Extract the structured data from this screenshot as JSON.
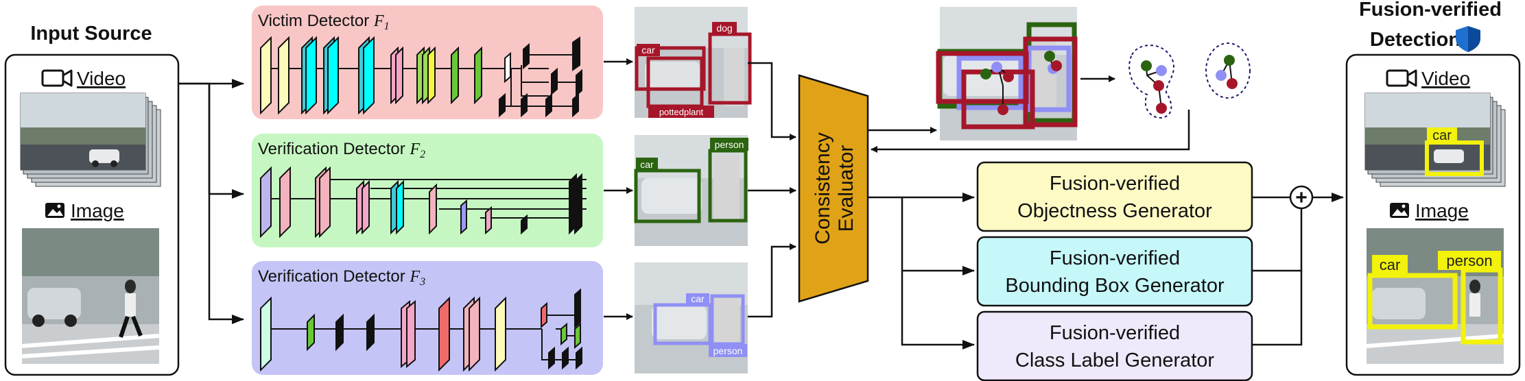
{
  "input": {
    "title": "Input Source",
    "video_label": "Video",
    "image_label": "Image"
  },
  "detectors": [
    {
      "name": "Victim Detector ",
      "symbol": "F",
      "sub": "1",
      "color": "#f9c6c6"
    },
    {
      "name": "Verification Detector ",
      "symbol": "F",
      "sub": "2",
      "color": "#c6f7c2"
    },
    {
      "name": "Verification Detector ",
      "symbol": "F",
      "sub": "3",
      "color": "#c4c4f7"
    }
  ],
  "detections": {
    "f1": [
      "car",
      "dog",
      "pottedplant"
    ],
    "f2": [
      "car",
      "person"
    ],
    "f3": [
      "car",
      "person"
    ]
  },
  "evaluator": {
    "line1": "Consistency",
    "line2": "Evaluator",
    "color": "#e0a217"
  },
  "generators": [
    {
      "line1": "Fusion-verified",
      "line2": "Objectness Generator",
      "color": "#fdfac4"
    },
    {
      "line1": "Fusion-verified",
      "line2": "Bounding Box Generator",
      "color": "#c6f7f9"
    },
    {
      "line1": "Fusion-verified",
      "line2": "Class Label Generator",
      "color": "#f0e9fb"
    }
  ],
  "output": {
    "title_line1": "Fusion-verified",
    "title_line2": "Detection",
    "video_label": "Video",
    "image_label": "Image",
    "labels": [
      "car",
      "car",
      "person"
    ]
  },
  "plus_symbol": "+",
  "icons": [
    "video-camera-icon",
    "image-icon",
    "shield-icon"
  ]
}
